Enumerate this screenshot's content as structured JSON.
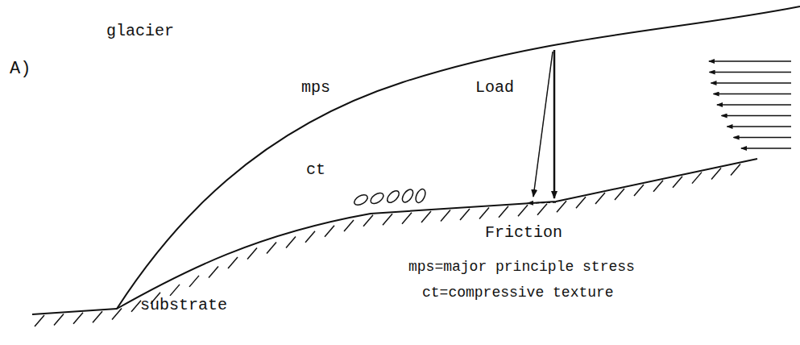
{
  "diagram": {
    "labels": [
      "A)",
      "glacier",
      "mps",
      "Load",
      "ct",
      "Friction",
      "substrate",
      "mps=major principle stress",
      "ct=compressive texture"
    ]
  }
}
